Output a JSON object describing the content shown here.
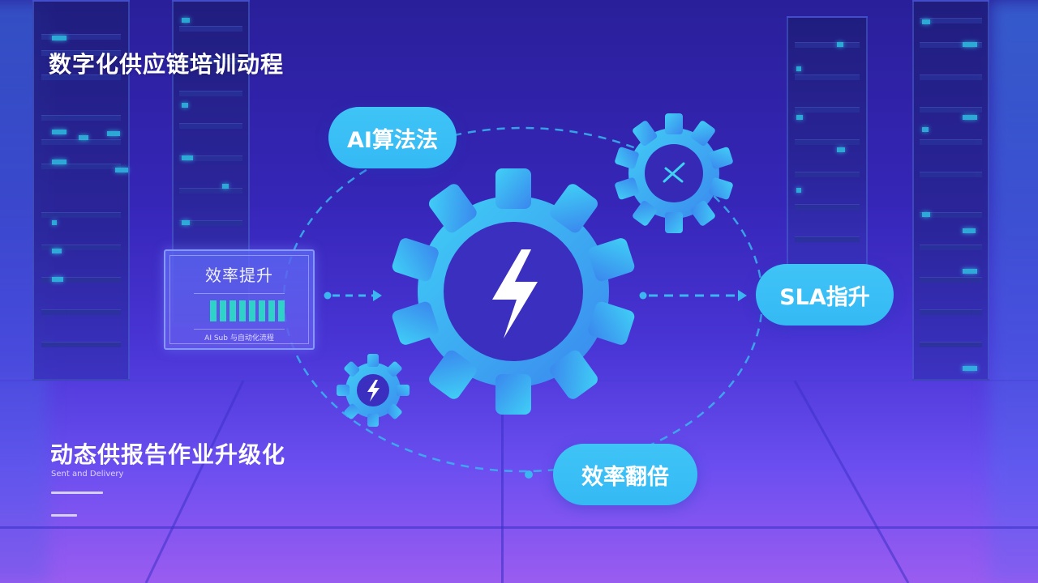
{
  "slide": {
    "title": "数字化供应链培训动程",
    "subtitle": "动态供报告作业升级化",
    "subtitle_en": "Sent and Delivery"
  },
  "info_card": {
    "title": "效率提升",
    "bar_count": 8,
    "caption": "AI Sub 与自动化流程"
  },
  "pills": {
    "ai_algorithm": "AI算法法",
    "sla_boost": "SLA指升",
    "efficiency_double": "效率翻倍"
  },
  "icons": {
    "main_gear_center": "lightning-bolt",
    "top_right_gear_center": "cross-tools",
    "small_gear_center": "lightning-bolt"
  },
  "colors": {
    "background_top": "#2a1f9a",
    "background_bottom": "#9a5cf0",
    "gear_light": "#3ec8f5",
    "gear_dark": "#3a8ff0",
    "pill": "#3ac0f6",
    "bar": "#2ed2c6",
    "dashed_line": "#3ab6f0"
  }
}
